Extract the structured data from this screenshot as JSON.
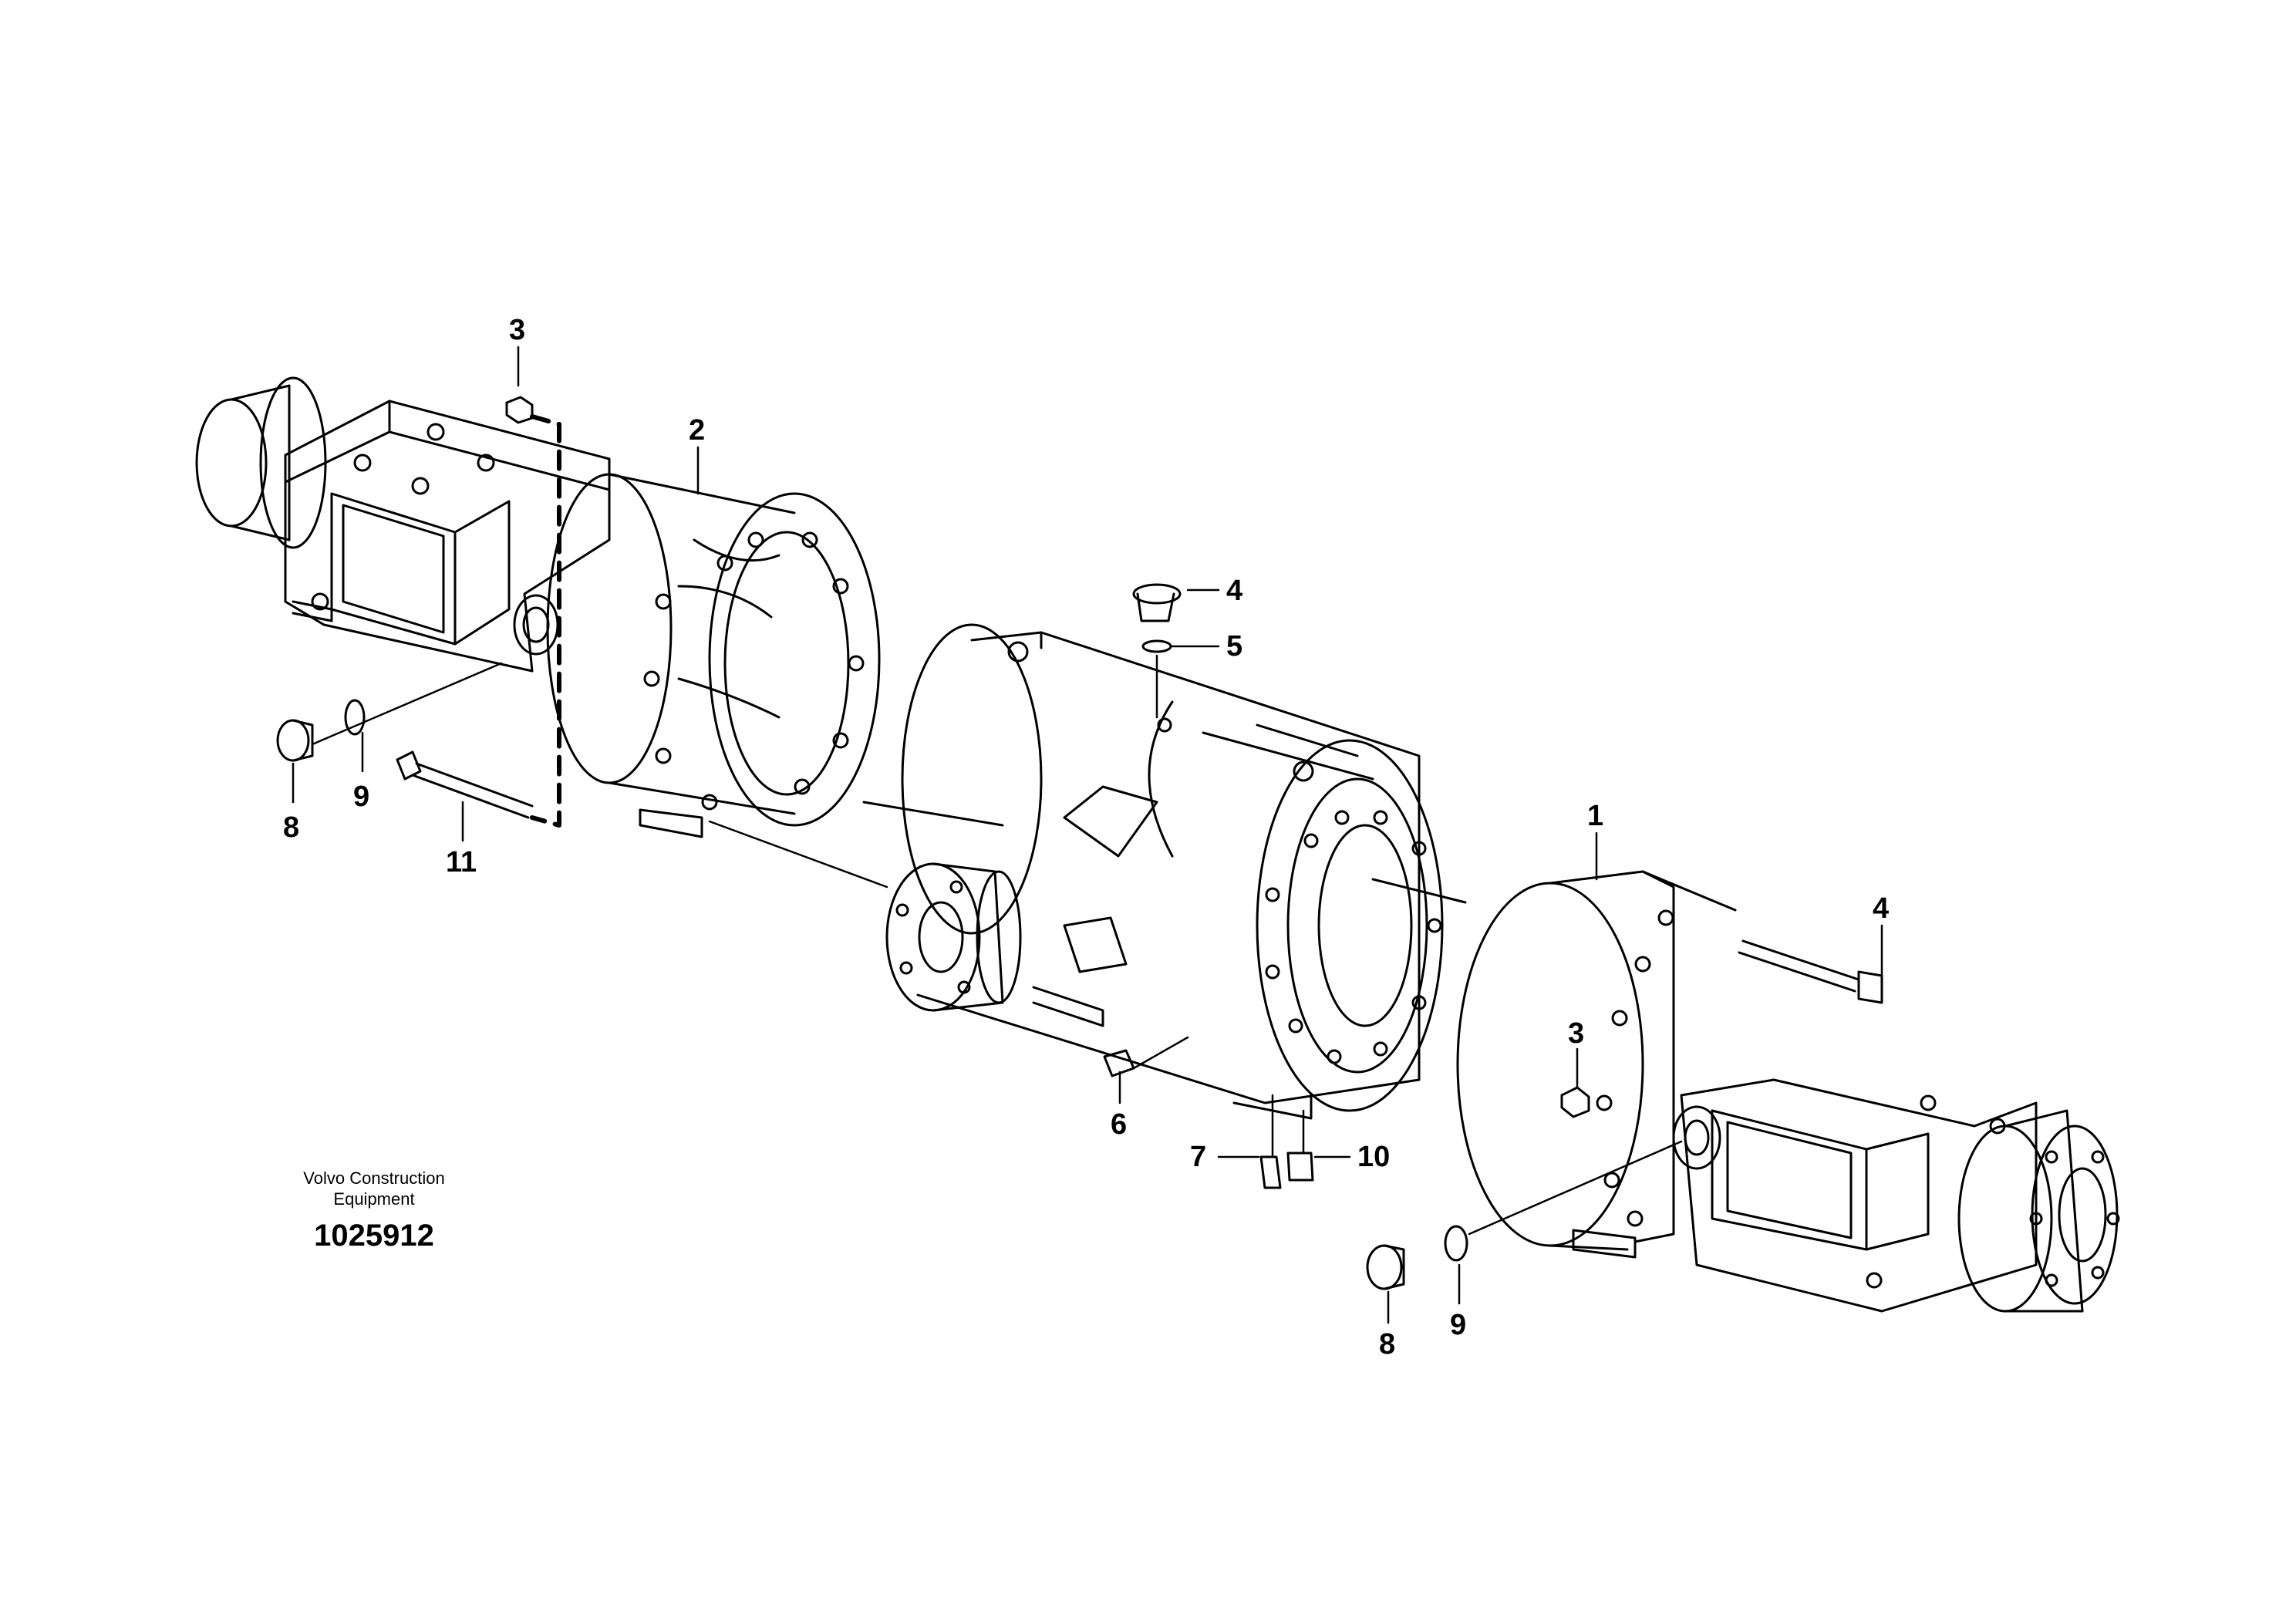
{
  "publisher": {
    "line1": "Volvo Construction",
    "line2": "Equipment"
  },
  "illustration_number": "1025912",
  "callouts": {
    "c1": "1",
    "c2": "2",
    "c3_top": "3",
    "c3_right": "3",
    "c4_top": "4",
    "c4_right": "4",
    "c5": "5",
    "c6": "6",
    "c7": "7",
    "c8_left": "8",
    "c8_right": "8",
    "c9_left": "9",
    "c9_right": "9",
    "c10": "10",
    "c11": "11"
  }
}
